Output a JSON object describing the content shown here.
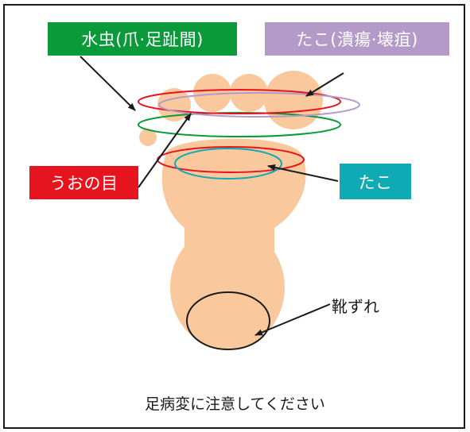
{
  "labels": {
    "mizumushi": "水虫(爪·足趾間)",
    "tako_ulcer": "たこ(潰瘍·壊疽)",
    "uonome": "うおの目",
    "tako": "たこ",
    "kutsuzure": "靴ずれ"
  },
  "footer": "足病変に注意してください",
  "colors": {
    "foot": "#f9c89c",
    "mizumushi": "#0a9a3a",
    "tako_ulcer": "#b49ac9",
    "uonome": "#e5141e",
    "tako": "#10aab5",
    "outline": "#1a1a1a"
  }
}
